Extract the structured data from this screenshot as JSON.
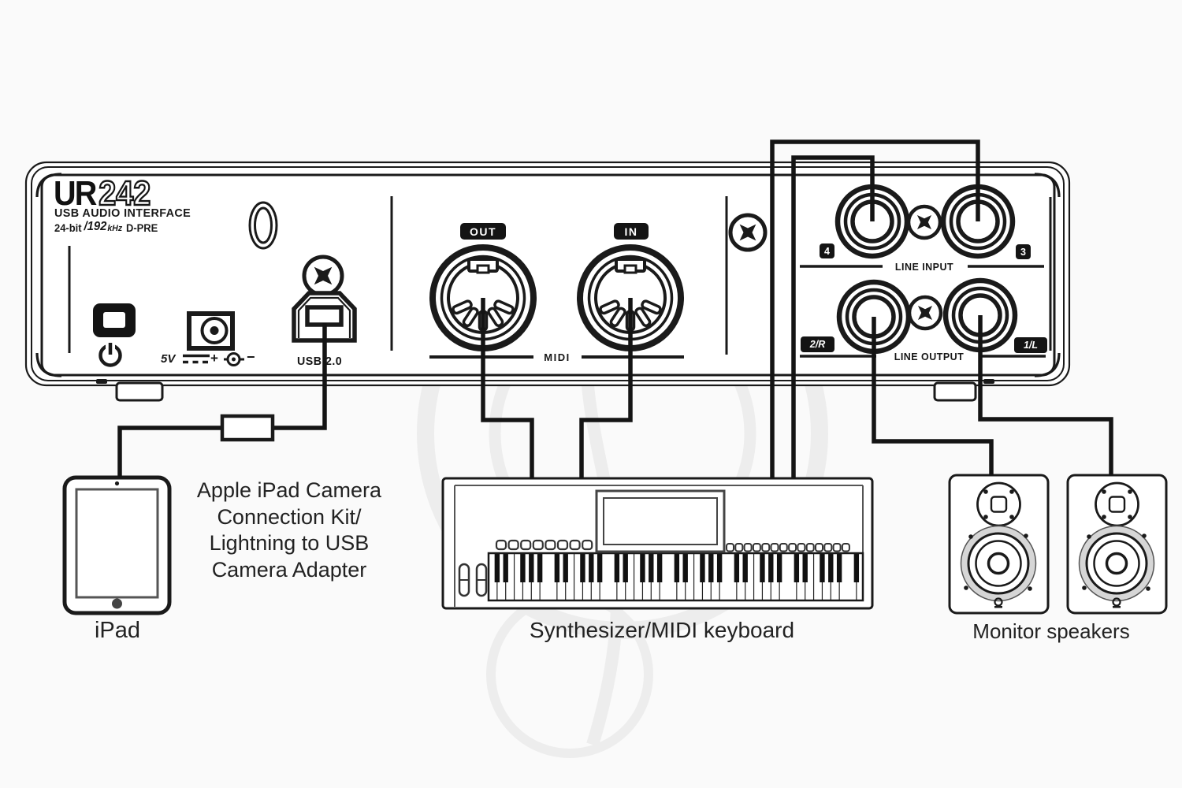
{
  "interface": {
    "logo": {
      "prefix": "UR",
      "number": "242"
    },
    "subtitle": "USB AUDIO INTERFACE",
    "spec": {
      "bit": "24-bit",
      "rate": "/192",
      "unit": "kHz",
      "suffix": "D-PRE"
    },
    "dc": {
      "voltage": "5V",
      "plus": "+",
      "minus": "−"
    },
    "usb_label": "USB 2.0",
    "midi": {
      "out": "OUT",
      "in": "IN",
      "section": "MIDI"
    },
    "line_input": {
      "section": "LINE INPUT",
      "left_jack": "4",
      "right_jack": "3"
    },
    "line_output": {
      "section": "LINE OUTPUT",
      "left_jack": "2/R",
      "right_jack": "1/L"
    }
  },
  "devices": {
    "ipad": {
      "label": "iPad"
    },
    "adapter_note": {
      "lines": [
        "Apple iPad Camera",
        "Connection Kit/",
        "Lightning to USB",
        "Camera Adapter"
      ]
    },
    "synthesizer": {
      "label": "Synthesizer/MIDI keyboard"
    },
    "monitor_speakers": {
      "label": "Monitor speakers"
    }
  },
  "icons": [
    "power-icon",
    "dc-symbol-icon",
    "dc-polarity-icon",
    "kensington-slot-icon",
    "phillips-screw-icon",
    "usb-b-port-icon",
    "midi-din-icon",
    "trs-jack-icon",
    "ipad-icon",
    "synthesizer-icon",
    "speaker-icon"
  ],
  "colors": {
    "ink": "#1a1a1a",
    "background": "#fafafa",
    "pill_bg": "#141414",
    "speaker_surround": "#d6d6d6",
    "watermark": "#ededed"
  }
}
